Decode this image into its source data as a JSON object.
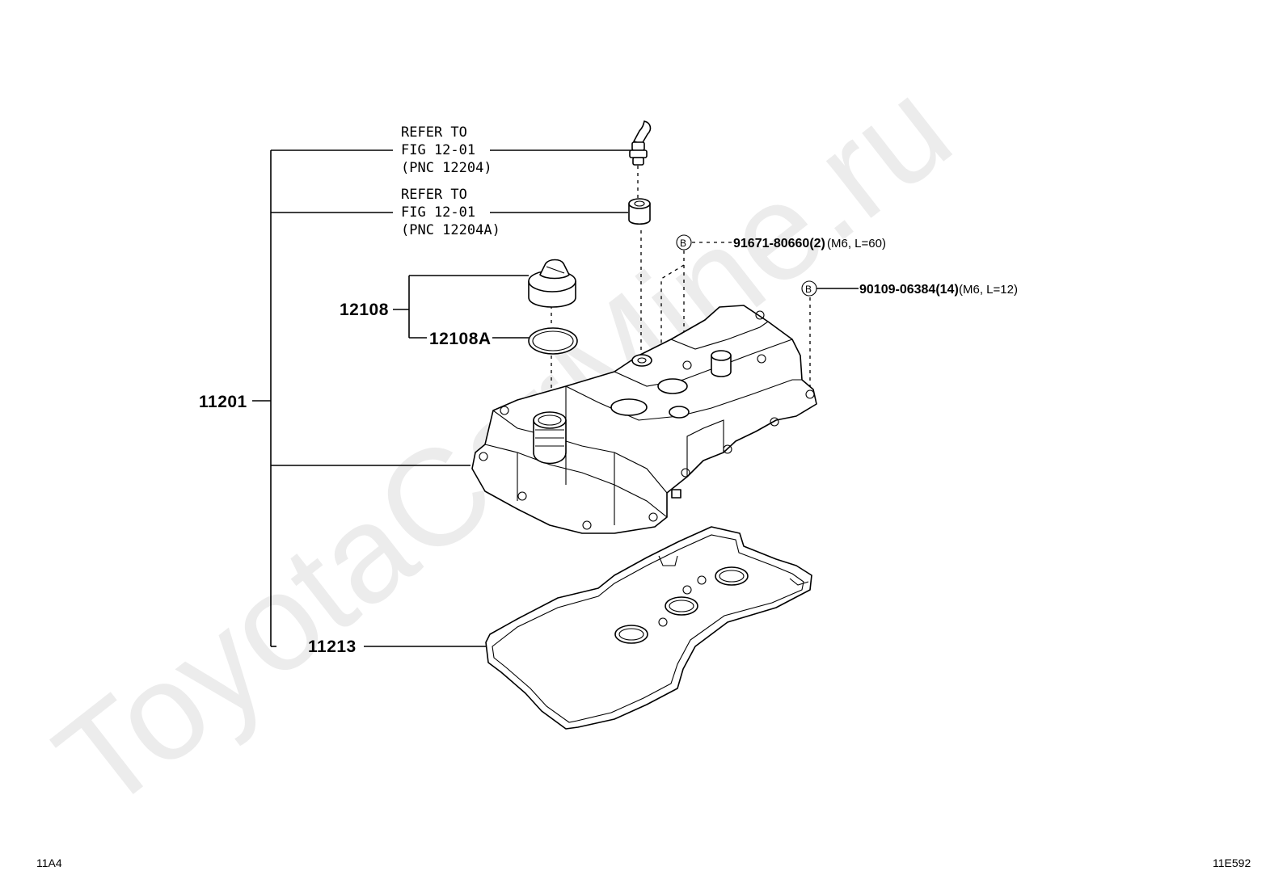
{
  "watermark": "ToyotaCarMine.ru",
  "refs": [
    {
      "line1": "REFER TO",
      "line2": "FIG 12-01",
      "line3": "(PNC 12204)"
    },
    {
      "line1": "REFER TO",
      "line2": "FIG 12-01",
      "line3": "(PNC 12204A)"
    }
  ],
  "parts": {
    "cover_assembly": "11201",
    "cap_assembly": "12108",
    "cap_gasket": "12108A",
    "head_cover_gasket": "11213"
  },
  "bolts": [
    {
      "marker": "B",
      "part_no": "91671-80660(2)",
      "spec": "(M6, L=60)"
    },
    {
      "marker": "B",
      "part_no": "90109-06384(14)",
      "spec": "(M6, L=12)"
    }
  ],
  "footer": {
    "left_code": "11A4",
    "right_code": "11E592"
  }
}
